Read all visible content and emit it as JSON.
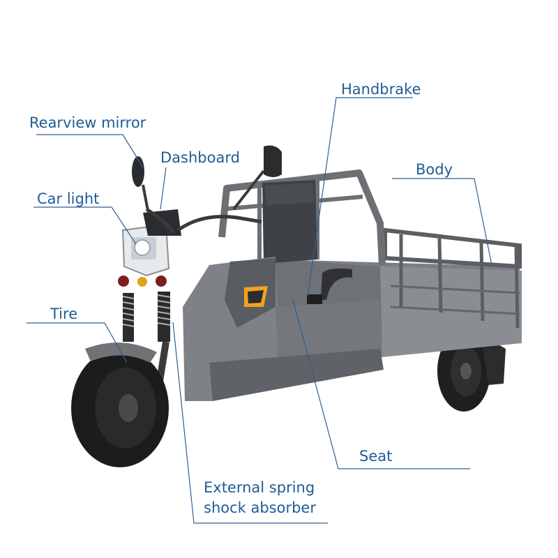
{
  "labels": {
    "handbrake": "Handbrake",
    "rearview_mirror": "Rearview mirror",
    "dashboard": "Dashboard",
    "body": "Body",
    "car_light": "Car light",
    "tire": "Tire",
    "seat": "Seat",
    "shock_line1": "External spring",
    "shock_line2": "shock absorber"
  },
  "colors": {
    "label": "#1f5c96",
    "leader": "#2e5f8f",
    "vehicle": "#6b6f73",
    "vehicle_dark": "#3c3f43",
    "tire": "#1f1f1f"
  }
}
